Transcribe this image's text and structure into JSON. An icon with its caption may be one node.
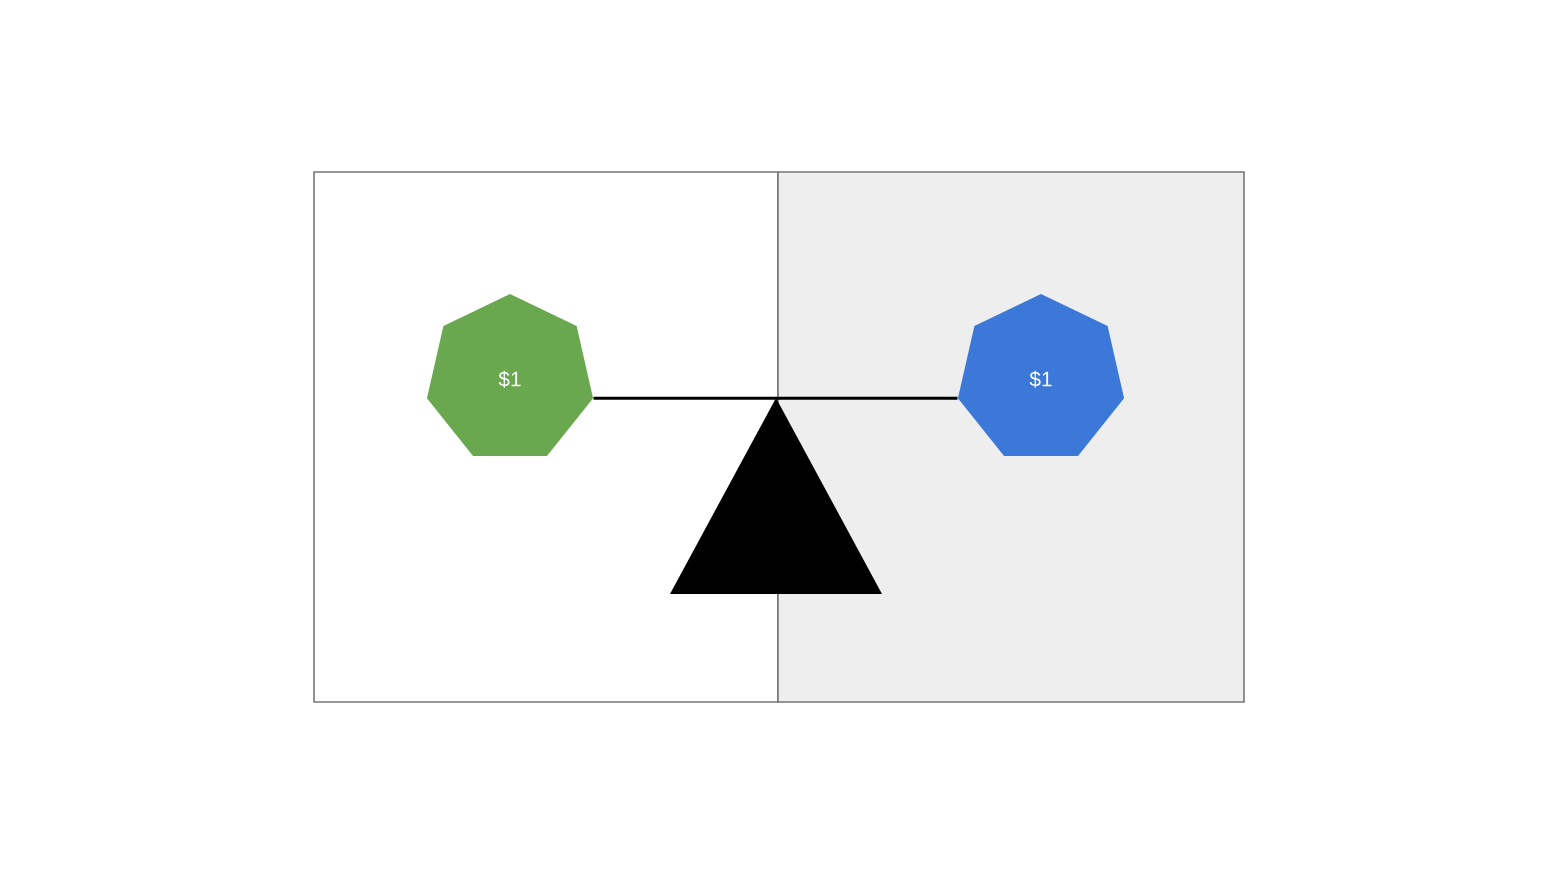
{
  "diagram": {
    "nodes": [
      {
        "text": [],
        "shape": "box"
      },
      {
        "text": [],
        "shape": "box"
      },
      {
        "text": [
          "$1"
        ],
        "in": 0
      },
      {
        "text": [
          "$1"
        ],
        "in": 1
      }
    ],
    "edges": [
      {
        "from": 2,
        "to": 3,
        "arrow": "none"
      }
    ]
  }
}
